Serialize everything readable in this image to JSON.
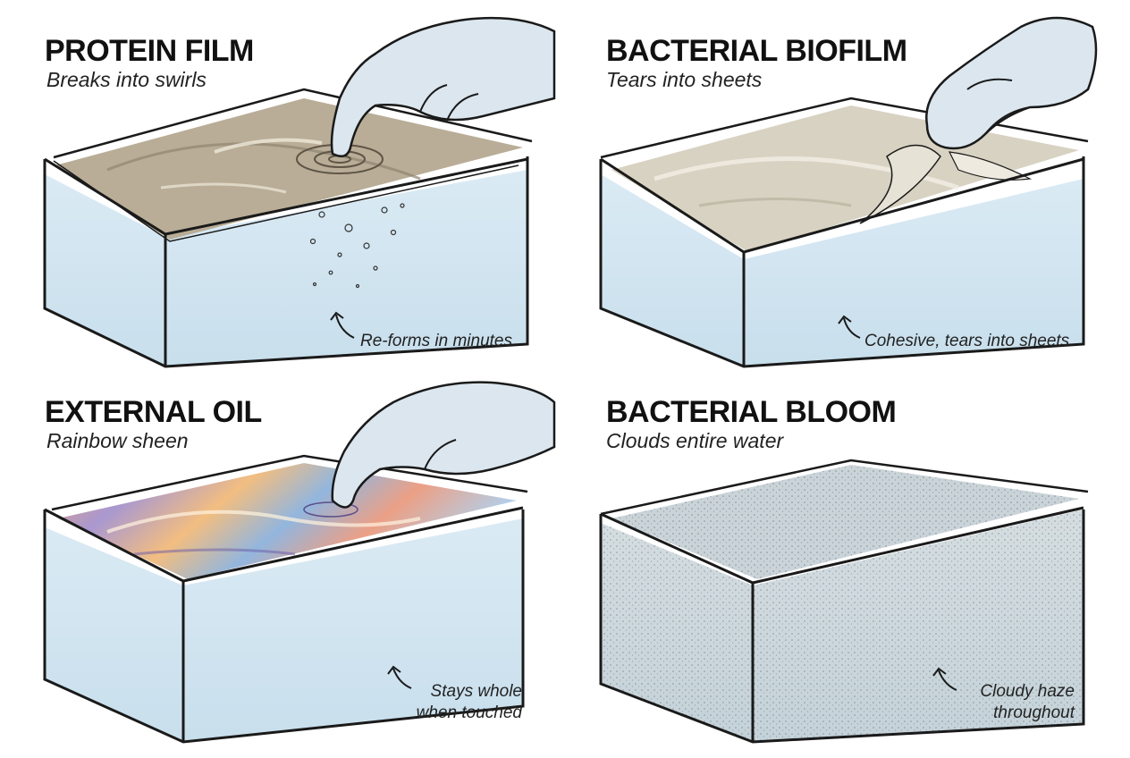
{
  "panels": [
    {
      "title": "PROTEIN FILM",
      "subtitle": "Breaks into swirls",
      "note": [
        "Re-forms in minutes"
      ]
    },
    {
      "title": "BACTERIAL BIOFILM",
      "subtitle": "Tears into sheets",
      "note": [
        "Cohesive, tears into sheets"
      ]
    },
    {
      "title": "EXTERNAL OIL",
      "subtitle": "Rainbow sheen",
      "note": [
        "Stays whole",
        "when touched"
      ]
    },
    {
      "title": "BACTERIAL BLOOM",
      "subtitle": "Clouds entire water",
      "note": [
        "Cloudy haze",
        "throughout"
      ]
    }
  ],
  "colors": {
    "water": "#cfe3f0",
    "glass_edge": "#1a1a1a",
    "protein_film": "#b9ad97",
    "biofilm": "#d8d2c2",
    "oil_orange": "#e9955a",
    "oil_purple": "#8c7ec2",
    "oil_blue": "#7fa9d8",
    "bloom_haze": "#c9d3d8",
    "glove": "#dbe6ee"
  },
  "icons": [
    "gloved-hand-icon",
    "curved-arrow-icon"
  ]
}
